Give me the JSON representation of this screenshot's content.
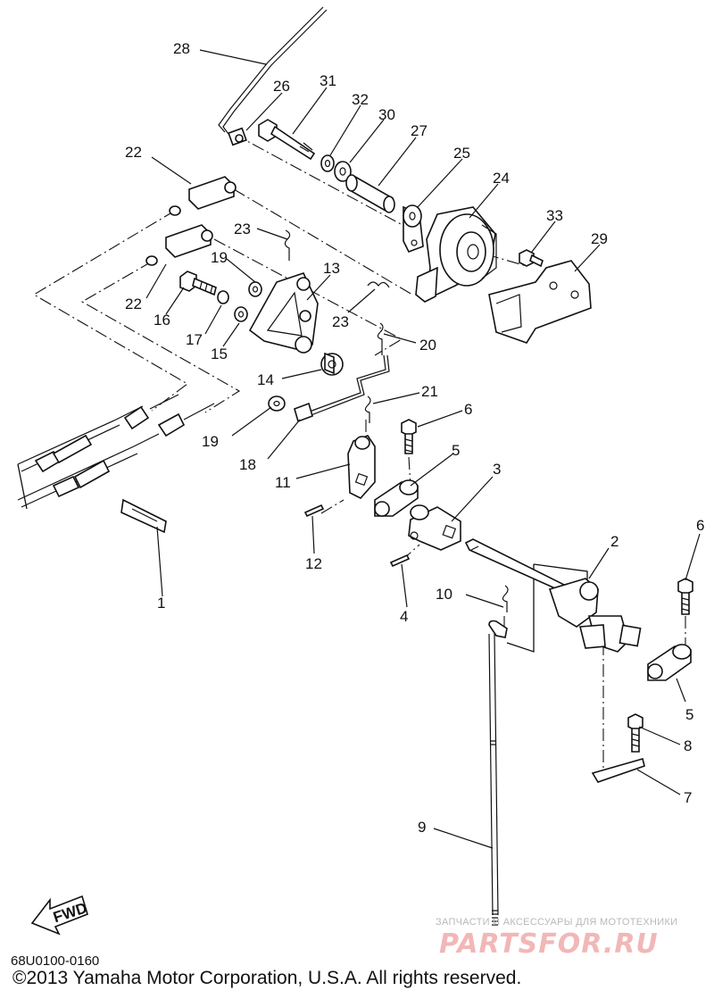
{
  "diagram": {
    "part_labels": [
      "1",
      "2",
      "3",
      "4",
      "5",
      "5",
      "6",
      "6",
      "7",
      "8",
      "9",
      "10",
      "11",
      "12",
      "13",
      "14",
      "15",
      "16",
      "17",
      "18",
      "19",
      "19",
      "20",
      "21",
      "22",
      "22",
      "23",
      "23",
      "24",
      "25",
      "26",
      "27",
      "28",
      "29",
      "30",
      "31",
      "32",
      "33"
    ],
    "fwd_label": "FWD",
    "drawing_code": "68U0100-0160",
    "copyright": "©2013 Yamaha Motor Corporation, U.S.A. All rights reserved."
  },
  "watermark": {
    "tagline": "ЗАПЧАСТИ И АКСЕССУАРЫ ДЛЯ МОТОТЕХНИКИ",
    "logo_text": "PARTSFOR.RU"
  }
}
